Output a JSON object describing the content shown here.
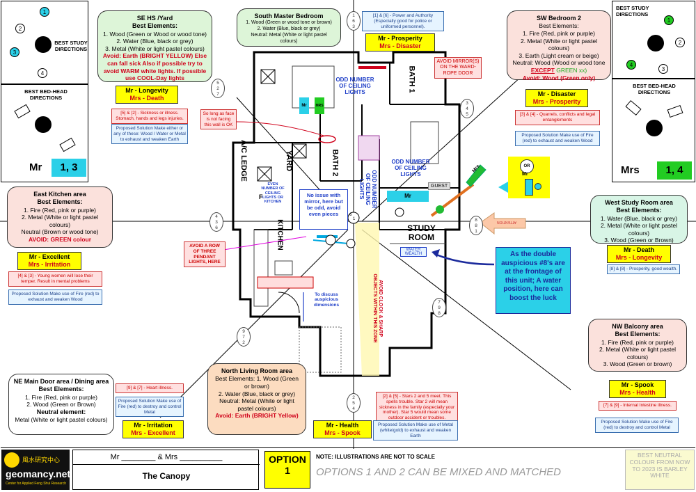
{
  "corners": {
    "top_left_study": {
      "title": "BEST STUDY DIRECTIONS",
      "nums": [
        "1",
        "2",
        "3",
        "4"
      ]
    },
    "top_left_bed": {
      "title": "BEST BED-HEAD DIRECTIONS",
      "who": "Mr",
      "nums": "1, 3"
    },
    "top_right_study": {
      "title": "BEST STUDY DIRECTIONS",
      "nums": [
        "1",
        "2",
        "3",
        "4"
      ]
    },
    "top_right_bed": {
      "title": "BEST BED-HEAD DIRECTIONS",
      "who": "Mrs",
      "nums": "1, 4"
    }
  },
  "cards": {
    "se": {
      "title": "SE HS /Yard",
      "sub": "Best Elements:",
      "l1": "1. Wood (Green or Wood or wood tone)",
      "l2": "2. Water (Blue, black or grey)",
      "l3": "3. Metal (White or light pastel colours)",
      "avoid": "Avoid: Earth (BRIGHT YELLOW) Else can fall sick Also if possible try to avoid WARM white lights. If possible use COOL-Day lights"
    },
    "ssm": {
      "title": "South Master Bedroom",
      "l1": "1. Wood (Green or wood tone or brown)",
      "l2": "2. Water (Blue, black or grey)",
      "l3": "Neutral: Metal (White or light pastel colours)"
    },
    "sw": {
      "title": "SW Bedroom 2",
      "sub": "Best Elements:",
      "l1": "1. Fire (Red, pink or purple)",
      "l2": "2. Metal (White or light pastel colours)",
      "l3": "3. Earth (Light cream or beige)",
      "l4a": "Neutral: Wood (Wood or wood tone ",
      "l4b": "EXCEPT",
      "l4c": "GREEN xx)",
      "avoid": "Avoid: Wood (Green only)"
    },
    "ek": {
      "title": "East Kitchen area",
      "sub": "Best Elements:",
      "l1": "1. Fire (Red, pink or purple)",
      "l2": "2. Metal (White or light pastel colours)",
      "l3": "Neutral (Brown or wood tone)",
      "avoid": "AVOID: GREEN colour"
    },
    "ws": {
      "title": "West Study Room area",
      "sub": "Best Elements:",
      "l1": "1. Water (Blue, black or grey)",
      "l2": "2. Metal (White or light pastel colours)",
      "l3": "3. Wood (Green or Brown)"
    },
    "nw": {
      "title": "NW Balcony area",
      "sub": "Best Elements:",
      "l1": "1. Fire (Red, pink or purple)",
      "l2": "2. Metal (White or light pastel colours)",
      "l3": "3. Wood (Green or brown)"
    },
    "ne": {
      "title": "NE Main Door area / Dining area",
      "sub": "Best Elements:",
      "l1": "1. Fire (Red, pink or purple)",
      "l2": "2. Wood (Green or Brown)",
      "sub2": "Neutral element:",
      "l3": "Metal (White or light pastel colours)"
    },
    "nl": {
      "title": "North Living Room area",
      "l1": "Best Elements: 1. Wood (Green or brown)",
      "l2": "2. Water (Blue, black or grey)",
      "l3": "Neutral: Metal (White or light pastel colours)",
      "avoid": "Avoid: Earth (BRIGHT Yellow)"
    }
  },
  "tags": {
    "se": {
      "mr": "Mr - Longevity",
      "mrs": "Mrs - Death"
    },
    "s": {
      "mr": "Mr - Prosperity",
      "mrs": "Mrs - Disaster"
    },
    "sw": {
      "mr": "Mr - Disaster",
      "mrs": "Mrs - Prosperity"
    },
    "e": {
      "mr": "Mr - Excellent",
      "mrs": "Mrs - Irritation"
    },
    "w": {
      "mr": "Mr - Death",
      "mrs": "Mrs - Longevity"
    },
    "nw": {
      "mr": "Mr - Spook",
      "mrs": "Mrs - Health"
    },
    "ne": {
      "mr": "Mr - Irritation",
      "mrs": "Mrs - Excellent"
    },
    "n": {
      "mr": "Mr - Health",
      "mrs": "Mrs - Spook"
    }
  },
  "notes": {
    "se_pink": "[5] & [2] - Sickness or illness. Stomach, hands and legs injuries.",
    "se_blue": "Proposed Solution Make either or any of these: Wood / Water or Metal to exhaust and weaken Earth",
    "s_blue": "[1] & [6] - Power and Authority (Especially good for police or uniformed personnel).",
    "sw_pink": "[3] & [4] - Quarrels, conflicts and legal entanglements",
    "sw_blue": "Proposed Solution Make use of Fire (red) to exhaust and weaken Wood",
    "e_pink": "[4] & [3] - Young women will lose their temper. Result in mental problems",
    "e_blue": "Proposed Solution Make use of Fire (red) to exhaust and weaken Wood",
    "w_blue": "[8] & [8] - Prosperity, good wealth.",
    "nw_pink": "[7] & [9] - Internal Intestine illness.",
    "nw_blue": "Proposed Solution Make use of Fire (red) to destroy and control Metal",
    "ne_pink": "[9] & [7] - Heart illness.",
    "ne_blue": "Proposed Solution Make use of Fire (red) to destroy and control Metal",
    "n_pink": "[2] & [5] - Stars 2 and 5 meet. This spells trouble. Star 2 will mean sickness in the family (especially your mother). Star 5 would mean some outdoor accident or troubles.",
    "n_blue": "Proposed Solution Make use of Metal (white/gold) to exhaust and weaken Earth"
  },
  "bubbles": {
    "se": [
      "5",
      "2",
      "7"
    ],
    "s": [
      "1",
      "6",
      "3"
    ],
    "sw": [
      "3",
      "4",
      "5"
    ],
    "e": [
      "4",
      "3",
      "6"
    ],
    "w": [
      "8",
      "8",
      "1"
    ],
    "ne": [
      "9",
      "7",
      "2"
    ],
    "nw": [
      "7",
      "9",
      "8"
    ],
    "n": [
      "2",
      "5",
      "4"
    ],
    "c": [
      "6",
      "1"
    ]
  },
  "plan": {
    "odd1": "ODD NUMBER OF CEILING LIGHTS",
    "odd2": "ODD NUMBER OF CEILING LIGHTS",
    "odd3": "ODD NUMBER OF CEILING LIGHTS",
    "even": "EVEN NUMBER OF CEILING LIGHTS OR KITCHEN",
    "yard": "YARD",
    "ac": "A/C LEDGE",
    "bath2": "BATH 2",
    "bath1": "BATH 1",
    "kitchen": "KITCHEN",
    "study": "STUDY ROOM",
    "guest": "GUEST",
    "mr": "Mr",
    "mrs": "MRS",
    "f": "F",
    "water_wealth": "WATER WEALTH",
    "mirror_note": "No issue with mirror, here but be odd, avoid even pieces",
    "face_note": "So long as face is not facing this wall is OK",
    "avoid_mirror": "AVOID MIRROR(S) ON THE WARD-ROPE DOOR",
    "pendant": "AVOID A ROW OF THREE PENDANT LIGHTS, HERE",
    "dimensions": "To discuss auspicious dimensions",
    "clock": "AVOID CLOCK & SHARP OBJECTS WITHIN THIS ZONE",
    "sign": "ATTENTION",
    "or": "OR",
    "callout": "As the double auspicious #8's are at the frontage of this unit; A water position, here can boost the luck",
    "mrs_arrow": "Mrs"
  },
  "footer": {
    "logo1": "風水研究中心",
    "logo2": "geomancy.net",
    "logo3": "Center for Applied Feng Shui Research",
    "names": "Mr ________ & Mrs __________",
    "project": "The Canopy",
    "option_label": "OPTION",
    "option_num": "1",
    "note": "NOTE: ILLUSTRATIONS ARE NOT TO SCALE",
    "mix": "OPTIONS 1 AND 2 CAN BE MIXED AND MATCHED",
    "neutral": "BEST NEUTRAL COLOUR FROM NOW TO 2023 IS BARLEY WHITE"
  }
}
